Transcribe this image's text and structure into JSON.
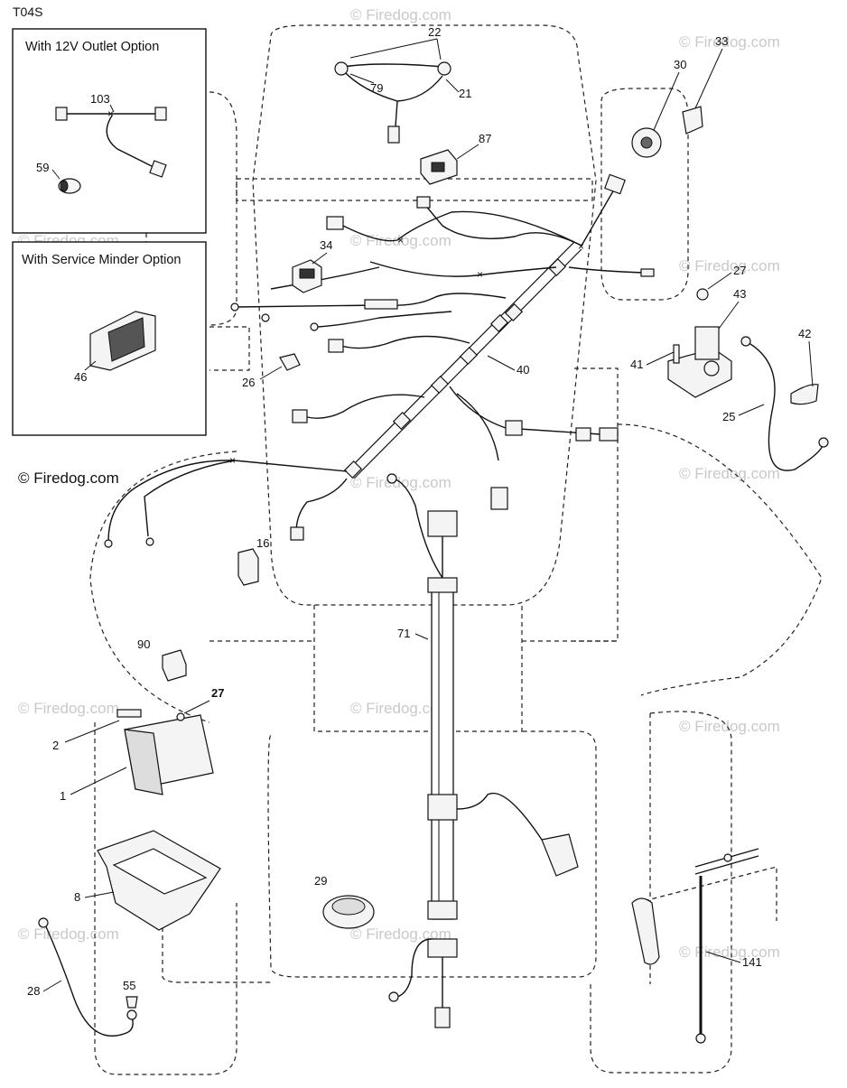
{
  "diagram_code": "T04S",
  "watermark": "© Firedog.com",
  "watermark_main": "© Firedog.com",
  "inset_boxes": {
    "outlet_option": "With 12V Outlet Option",
    "service_minder": "With Service Minder Option"
  },
  "parts": {
    "p1": "1",
    "p2": "2",
    "p8": "8",
    "p16": "16",
    "p21": "21",
    "p22": "22",
    "p25": "25",
    "p26": "26",
    "p27a": "27",
    "p27b": "27",
    "p28": "28",
    "p29": "29",
    "p30": "30",
    "p33": "33",
    "p34": "34",
    "p40": "40",
    "p41": "41",
    "p42": "42",
    "p43": "43",
    "p46": "46",
    "p55": "55",
    "p59": "59",
    "p71": "71",
    "p79": "79",
    "p87": "87",
    "p90": "90",
    "p103": "103",
    "p141": "141"
  }
}
